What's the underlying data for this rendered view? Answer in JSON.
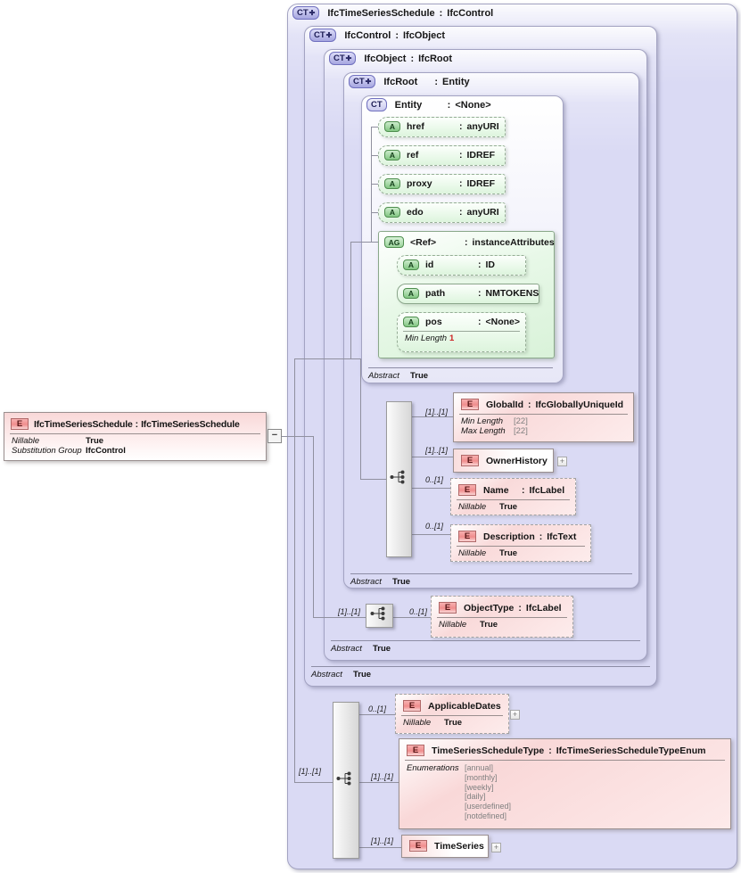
{
  "ui": {
    "colon": ":",
    "minus": "−",
    "plus": "+",
    "expand_plus": "✚"
  },
  "element": {
    "icon": "E",
    "name": "IfcTimeSeriesSchedule",
    "type": "IfcTimeSeriesSchedule",
    "facets": [
      {
        "label": "Nillable",
        "value": "True"
      },
      {
        "label": "Substitution Group",
        "value": "IfcControl"
      }
    ]
  },
  "types": {
    "schedule": {
      "icon": "CT",
      "name": "IfcTimeSeriesSchedule",
      "type": "IfcControl"
    },
    "control": {
      "icon": "CT",
      "name": "IfcControl",
      "type": "IfcObject",
      "abstract": {
        "label": "Abstract",
        "value": "True"
      }
    },
    "object": {
      "icon": "CT",
      "name": "IfcObject",
      "type": "IfcRoot",
      "abstract": {
        "label": "Abstract",
        "value": "True"
      }
    },
    "root": {
      "icon": "CT",
      "name": "IfcRoot",
      "type": "Entity",
      "abstract": {
        "label": "Abstract",
        "value": "True"
      }
    },
    "entity": {
      "icon": "CT",
      "name": "Entity",
      "type": "<None>",
      "abstract": {
        "label": "Abstract",
        "value": "True"
      }
    }
  },
  "entity_attributes": [
    {
      "icon": "A",
      "name": "href",
      "type": "anyURI"
    },
    {
      "icon": "A",
      "name": "ref",
      "type": "IDREF"
    },
    {
      "icon": "A",
      "name": "proxy",
      "type": "IDREF"
    },
    {
      "icon": "A",
      "name": "edo",
      "type": "anyURI"
    }
  ],
  "attribute_group": {
    "icon": "AG",
    "name": "<Ref>",
    "type": "instanceAttributes",
    "attributes": [
      {
        "icon": "A",
        "name": "id",
        "type": "ID"
      },
      {
        "icon": "A",
        "name": "path",
        "type": "NMTOKENS"
      },
      {
        "icon": "A",
        "name": "pos",
        "type": "<None>",
        "facet": {
          "label": "Min Length",
          "value": "1"
        }
      }
    ]
  },
  "root_content": {
    "items": [
      {
        "icon": "E",
        "card": "[1]..[1]",
        "name": "GlobalId",
        "type": "IfcGloballyUniqueId",
        "facets": [
          {
            "label": "Min Length",
            "value": "[22]"
          },
          {
            "label": "Max Length",
            "value": "[22]"
          }
        ]
      },
      {
        "icon": "E",
        "card": "[1]..[1]",
        "name": "OwnerHistory"
      },
      {
        "icon": "E",
        "card": "0..[1]",
        "name": "Name",
        "type": "IfcLabel",
        "facets": [
          {
            "label": "Nillable",
            "value": "True"
          }
        ]
      },
      {
        "icon": "E",
        "card": "0..[1]",
        "name": "Description",
        "type": "IfcText",
        "facets": [
          {
            "label": "Nillable",
            "value": "True"
          }
        ]
      }
    ]
  },
  "object_content": {
    "card": "[1]..[1]",
    "item": {
      "icon": "E",
      "card": "0..[1]",
      "name": "ObjectType",
      "type": "IfcLabel",
      "facets": [
        {
          "label": "Nillable",
          "value": "True"
        }
      ]
    }
  },
  "schedule_content": {
    "card": "[1]..[1]",
    "items": [
      {
        "icon": "E",
        "card": "0..[1]",
        "name": "ApplicableDates",
        "facets": [
          {
            "label": "Nillable",
            "value": "True"
          }
        ]
      },
      {
        "icon": "E",
        "card": "[1]..[1]",
        "name": "TimeSeriesScheduleType",
        "type": "IfcTimeSeriesScheduleTypeEnum",
        "enum_label": "Enumerations",
        "enumerations": [
          "[annual]",
          "[monthly]",
          "[weekly]",
          "[daily]",
          "[userdefined]",
          "[notdefined]"
        ]
      },
      {
        "icon": "E",
        "card": "[1]..[1]",
        "name": "TimeSeries"
      }
    ]
  }
}
